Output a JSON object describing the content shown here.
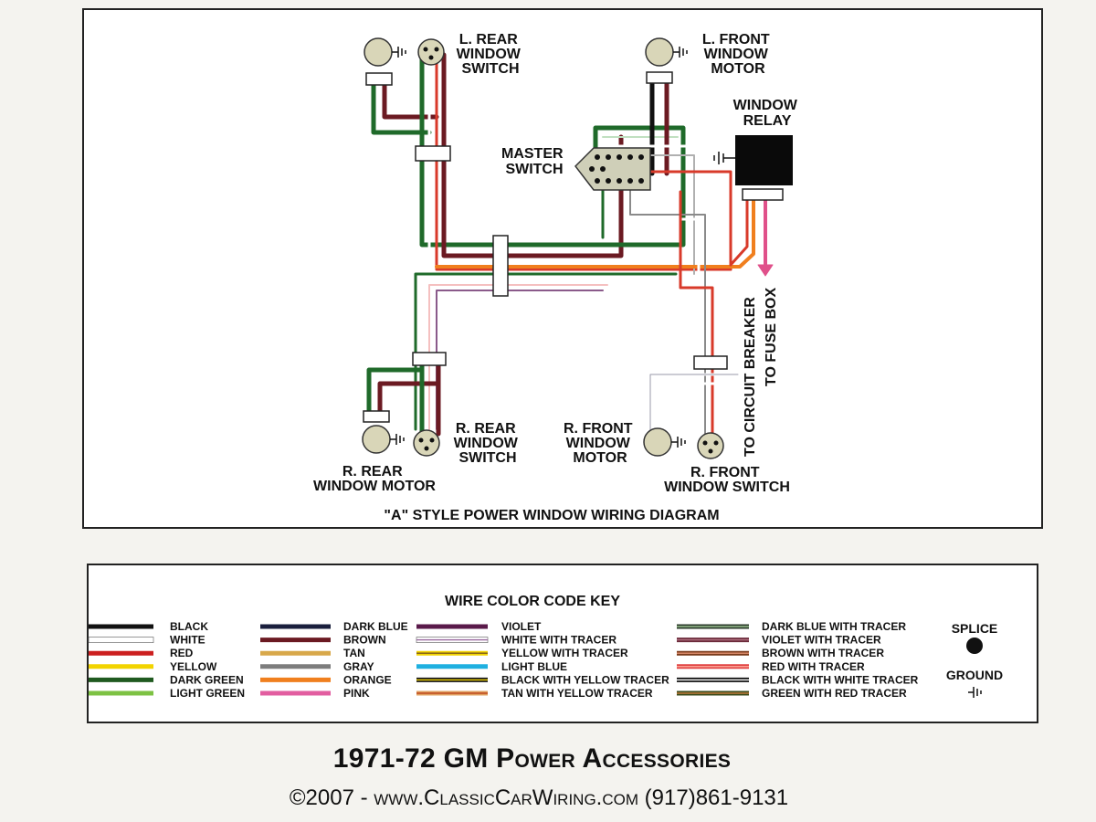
{
  "diagram": {
    "title": "\"A\" STYLE POWER WINDOW WIRING DIAGRAM",
    "components": {
      "l_rear_switch": [
        "L. REAR",
        "WINDOW",
        "SWITCH"
      ],
      "l_front_motor": [
        "L. FRONT",
        "WINDOW",
        "MOTOR"
      ],
      "window_relay": [
        "WINDOW",
        "RELAY"
      ],
      "master_switch": [
        "MASTER",
        "SWITCH"
      ],
      "r_rear_motor": [
        "R. REAR",
        "WINDOW MOTOR"
      ],
      "r_rear_switch": [
        "R. REAR",
        "WINDOW",
        "SWITCH"
      ],
      "r_front_motor": [
        "R. FRONT",
        "WINDOW",
        "MOTOR"
      ],
      "r_front_switch": [
        "R. FRONT",
        "WINDOW SWITCH"
      ],
      "to_circuit_breaker": "TO CIRCUIT BREAKER",
      "to_fuse_box": "TO FUSE BOX"
    }
  },
  "key": {
    "title": "WIRE COLOR CODE KEY",
    "columns": [
      [
        {
          "label": "BLACK",
          "color": "#111111"
        },
        {
          "label": "WHITE",
          "color": "#ffffff"
        },
        {
          "label": "RED",
          "color": "#cc1f1f"
        },
        {
          "label": "YELLOW",
          "color": "#f2d400"
        },
        {
          "label": "DARK GREEN",
          "color": "#1f5a1f"
        },
        {
          "label": "LIGHT GREEN",
          "color": "#7dc243"
        }
      ],
      [
        {
          "label": "DARK BLUE",
          "color": "#1a1f3d"
        },
        {
          "label": "BROWN",
          "color": "#6b1a22"
        },
        {
          "label": "TAN",
          "color": "#d8a84a"
        },
        {
          "label": "GRAY",
          "color": "#7d7d7d"
        },
        {
          "label": "ORANGE",
          "color": "#f07f1e"
        },
        {
          "label": "PINK",
          "color": "#e25ea0"
        }
      ],
      [
        {
          "label": "VIOLET",
          "color": "#5a1a4a"
        },
        {
          "label": "WHITE WITH TRACER",
          "color": "#ffffff",
          "tracer": "#9a6aa0"
        },
        {
          "label": "YELLOW WITH TRACER",
          "color": "#f2d400",
          "tracer": "#7d5a1a"
        },
        {
          "label": "LIGHT BLUE",
          "color": "#1fb0e0"
        },
        {
          "label": "BLACK WITH YELLOW TRACER",
          "color": "#1a1a1a",
          "tracer": "#f2d400"
        },
        {
          "label": "TAN WITH YELLOW TRACER",
          "color": "#e0a060",
          "tracer": "#c04a20"
        }
      ],
      [
        {
          "label": "DARK BLUE WITH  TRACER",
          "color": "#2a3a2a",
          "tracer": "#9ac090"
        },
        {
          "label": "VIOLET WITH TRACER",
          "color": "#6b2a3a",
          "tracer": "#b07080"
        },
        {
          "label": "BROWN WITH TRACER",
          "color": "#7a3a1a",
          "tracer": "#e09070"
        },
        {
          "label": "RED WITH TRACER",
          "color": "#e04040",
          "tracer": "#ffb0a0"
        },
        {
          "label": "BLACK WITH WHITE TRACER",
          "color": "#111111",
          "tracer": "#ffffff"
        },
        {
          "label": "GREEN WITH RED TRACER",
          "color": "#3a4a1a",
          "tracer": "#c07a3a"
        }
      ]
    ],
    "splice_label": "SPLICE",
    "ground_label": "GROUND"
  },
  "footer": {
    "title": "1971-72 GM Power Accessories",
    "subtitle": "©2007 - www.ClassicCarWiring.com (917)861-9131"
  },
  "colors": {
    "dark_green": "#1f6a2a",
    "brown": "#6b1a22",
    "red": "#d83a2a",
    "white": "#ffffff",
    "pink": "#e0508a",
    "orange": "#f07f1e",
    "black": "#111111",
    "violet": "#8a5a8a",
    "motor_fill": "#d9d6b8"
  }
}
